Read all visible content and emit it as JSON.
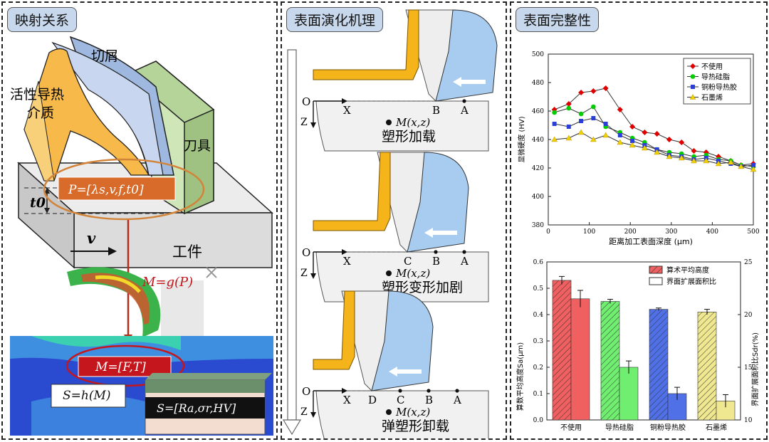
{
  "panel1": {
    "title": "映射关系",
    "chip_label": "切屑",
    "medium_label_1": "活性导热",
    "medium_label_2": "介质",
    "tool_label": "刀具",
    "workpiece_label": "工件",
    "depth_label": "t0",
    "velocity_label": "v",
    "param_box": "P=[λs,v,f,t0]",
    "map_g": "M=g(P)",
    "force_box": "M=[F,T]",
    "map_h": "S=h(M)",
    "surface_box": "S=[Ra,σr,HV]"
  },
  "panel2": {
    "title": "表面演化机理",
    "stages": [
      {
        "caption": "塑形加载",
        "points": [
          "B",
          "A"
        ]
      },
      {
        "caption": "塑形变形加剧",
        "points": [
          "C",
          "B",
          "A"
        ]
      },
      {
        "caption": "弹塑形卸载",
        "points": [
          "D",
          "C",
          "B",
          "A"
        ]
      }
    ],
    "origin": "O",
    "x_axis": "X",
    "z_axis": "Z",
    "point_label": "M(x,z)"
  },
  "panel3": {
    "title": "表面完整性"
  },
  "chart_data": [
    {
      "type": "line",
      "xlabel": "距离加工表面深度 (μm)",
      "ylabel": "显微硬度 (HV)",
      "xlim": [
        0,
        500
      ],
      "ylim": [
        380,
        500
      ],
      "xticks": [
        0,
        100,
        200,
        300,
        400,
        500
      ],
      "yticks": [
        380,
        400,
        420,
        440,
        460,
        480,
        500
      ],
      "x": [
        15,
        50,
        80,
        110,
        140,
        175,
        205,
        235,
        265,
        295,
        325,
        355,
        385,
        415,
        445,
        470,
        500
      ],
      "legend": "top-right",
      "series": [
        {
          "name": "不使用",
          "color": "#e00000",
          "marker": "diamond",
          "values": [
            461,
            465,
            473,
            474,
            476,
            461,
            449,
            445,
            444,
            440,
            438,
            432,
            431,
            428,
            425,
            422,
            423
          ]
        },
        {
          "name": "导热硅脂",
          "color": "#00cc00",
          "marker": "circle",
          "values": [
            459,
            462,
            458,
            463,
            449,
            445,
            441,
            438,
            433,
            431,
            430,
            428,
            429,
            426,
            425,
            422,
            421
          ]
        },
        {
          "name": "铜粉导热胶",
          "color": "#2a3fd8",
          "marker": "square",
          "values": [
            451,
            449,
            453,
            455,
            451,
            443,
            439,
            436,
            433,
            429,
            428,
            426,
            427,
            425,
            423,
            421,
            422
          ]
        },
        {
          "name": "石墨烯",
          "color": "#f0d000",
          "marker": "triangle",
          "values": [
            440,
            441,
            445,
            440,
            443,
            438,
            436,
            434,
            431,
            428,
            427,
            425,
            425,
            423,
            424,
            421,
            419
          ]
        }
      ]
    },
    {
      "type": "bar",
      "categories": [
        "不使用",
        "导热硅脂",
        "铜粉导热胶",
        "石墨烯"
      ],
      "colors": [
        "#f06060",
        "#70ee70",
        "#5070e8",
        "#f0e890"
      ],
      "ylabel_left": "算数平均高度Sa(μm)",
      "ylabel_right": "界面扩展面积比Sdr(%)",
      "ylim_left": [
        0.0,
        0.6
      ],
      "ylim_right": [
        10,
        25
      ],
      "yticks_left": [
        "0.0",
        "0.1",
        "0.2",
        "0.3",
        "0.4",
        "0.5",
        "0.6"
      ],
      "yticks_right": [
        "10",
        "15",
        "20",
        "25"
      ],
      "legend": "top-right",
      "series": [
        {
          "name": "算术平均高度",
          "axis": "left",
          "pattern": "hatched",
          "values": [
            0.53,
            0.45,
            0.42,
            0.41
          ],
          "errors": [
            0.015,
            0.008,
            0.005,
            0.01
          ]
        },
        {
          "name": "界面扩展面积比",
          "axis": "right",
          "pattern": "solid",
          "values": [
            21.5,
            15.0,
            12.5,
            11.8
          ],
          "errors": [
            0.8,
            0.6,
            0.6,
            0.6
          ]
        }
      ]
    }
  ]
}
